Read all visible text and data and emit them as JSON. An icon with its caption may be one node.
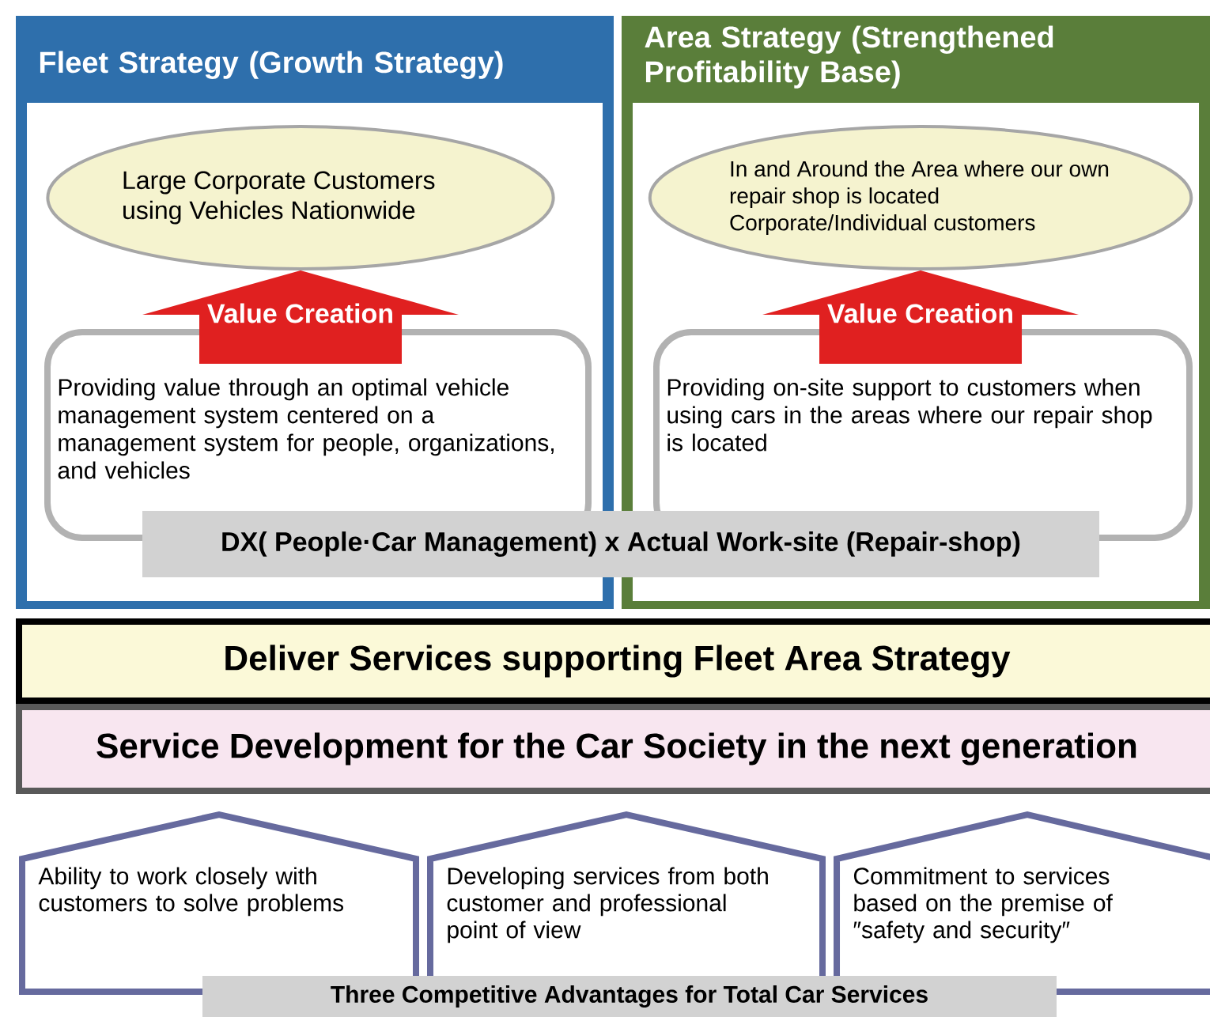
{
  "diagram": {
    "nodes": [
      {
        "text": [
          "Fleet Strategy (Growth Strategy)"
        ]
      },
      {
        "text": [
          "Large Corporate Customers using Vehicles Nationwide"
        ],
        "in": 0
      },
      {
        "text": [
          "Providing value through an optimal vehicle management system centered on a management system for people, organizations, and vehicles"
        ],
        "in": 0
      },
      {
        "text": [
          "Area Strategy (Strengthened Profitability Base)"
        ]
      },
      {
        "text": [
          "In and Around the Area where our own repair shop is located Corporate/Individual customers"
        ],
        "in": 3
      },
      {
        "text": [
          "Providing on-site support to customers when using cars in the areas where our repair shop is located"
        ],
        "in": 3
      },
      {
        "text": [
          "DX( People·Car Management) x Actual Work-site (Repair-shop)"
        ]
      },
      {
        "text": [
          "Deliver Services supporting Fleet Area Strategy"
        ]
      },
      {
        "text": [
          "Service Development for the Car Society in the next generation"
        ]
      },
      {
        "text": [
          "Ability to work closely with customers to solve problems"
        ]
      },
      {
        "text": [
          "Developing services from both customer  and professional point of view"
        ]
      },
      {
        "text": [
          "Commitment to services based on the premise of ″safety and security″"
        ]
      },
      {
        "text": [
          "Three Competitive Advantages for Total Car Services"
        ]
      }
    ],
    "edges": [
      {
        "from": 2,
        "to": 1,
        "arrow": "to",
        "label": "Value Creation",
        "style": "thick",
        "color": "#e02020"
      },
      {
        "from": 5,
        "to": 4,
        "arrow": "to",
        "label": "Value Creation",
        "style": "thick",
        "color": "#e02020"
      }
    ]
  }
}
